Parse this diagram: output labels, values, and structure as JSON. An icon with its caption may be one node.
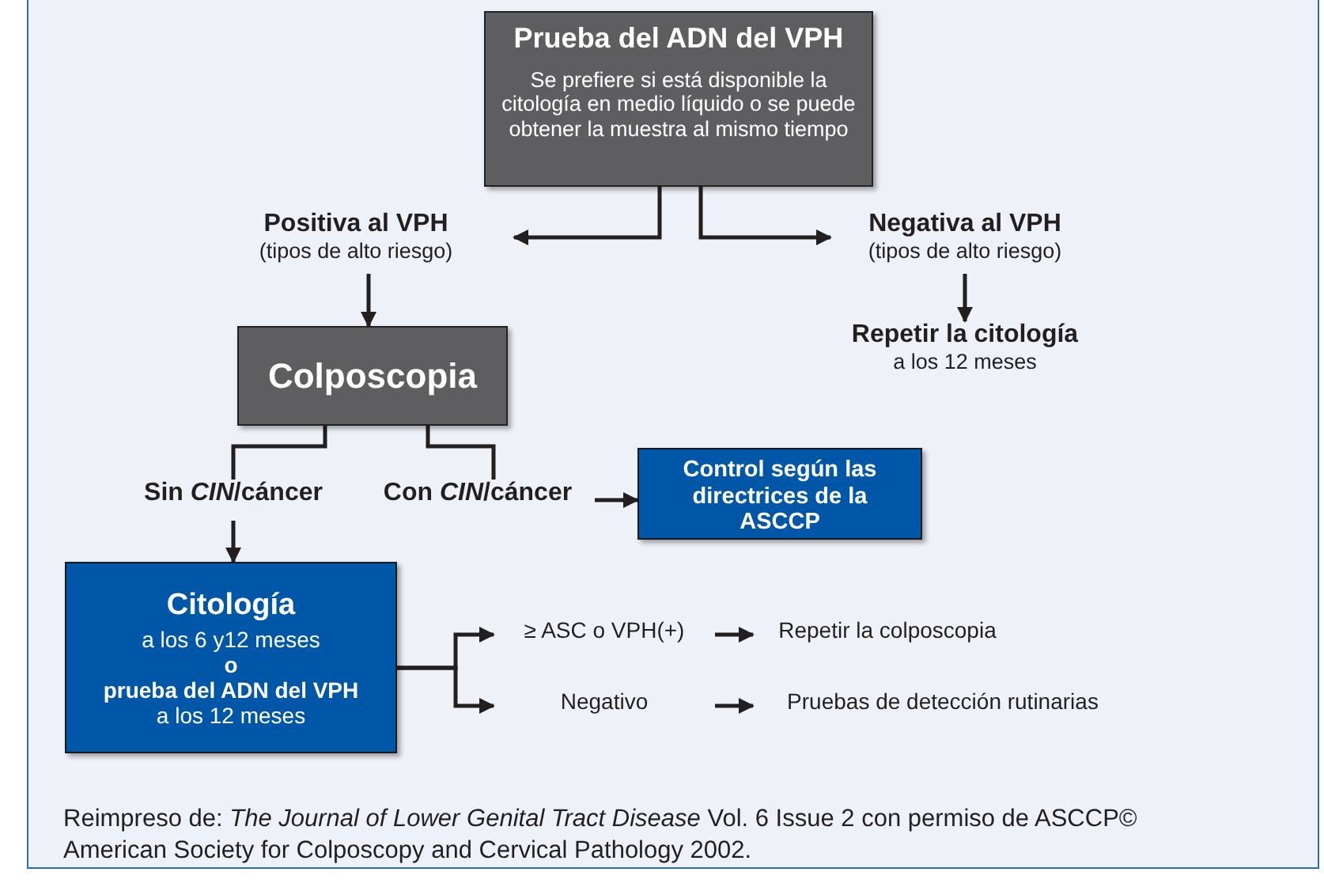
{
  "diagram": {
    "caption": "Reimpreso de: *The Journal of Lower Genital Tract Disease* Vol. 6 Issue 2 con permiso de ASCCP© American Society for Colposcopy and Cervical Pathology 2002.",
    "nodes": [
      {
        "text": [
          "Prueba del ADN del VPH",
          "Se prefiere si está disponible la citología en medio líquido o se puede obtener la muestra al mismo tiempo"
        ]
      },
      {
        "text": [
          "Positiva al VPH",
          "(tipos de alto riesgo)"
        ]
      },
      {
        "text": [
          "Negativa al VPH",
          "(tipos de alto riesgo)"
        ]
      },
      {
        "text": [
          "Repetir la citología",
          "a los 12 meses"
        ]
      },
      {
        "text": [
          "Colposcopia"
        ]
      },
      {
        "text": [
          "Sin *CIN*/cáncer"
        ]
      },
      {
        "text": [
          "Con *CIN*/cáncer"
        ]
      },
      {
        "text": [
          "Control según las directrices de la ASCCP"
        ]
      },
      {
        "text": [
          "Citología",
          "a los 6 y12 meses",
          "o",
          "prueba del ADN del VPH",
          "a los 12 meses"
        ]
      },
      {
        "text": [
          "≥ ASC o VPH(+)"
        ]
      },
      {
        "text": [
          "Repetir la colposcopia"
        ]
      },
      {
        "text": [
          "Negativo"
        ]
      },
      {
        "text": [
          "Pruebas de detección rutinarias"
        ]
      }
    ],
    "edges": [
      {
        "from": 0,
        "to": 1,
        "arrow": "to"
      },
      {
        "from": 0,
        "to": 2,
        "arrow": "to"
      },
      {
        "from": 2,
        "to": 3,
        "arrow": "to"
      },
      {
        "from": 1,
        "to": 4,
        "arrow": "to"
      },
      {
        "from": 4,
        "to": 5,
        "arrow": "none"
      },
      {
        "from": 4,
        "to": 6,
        "arrow": "none"
      },
      {
        "from": 6,
        "to": 7,
        "arrow": "to"
      },
      {
        "from": 5,
        "to": 8,
        "arrow": "to"
      },
      {
        "from": 8,
        "to": 9,
        "arrow": "to"
      },
      {
        "from": 8,
        "to": 11,
        "arrow": "to"
      },
      {
        "from": 9,
        "to": 10,
        "arrow": "to"
      },
      {
        "from": 11,
        "to": 12,
        "arrow": "to"
      }
    ]
  }
}
